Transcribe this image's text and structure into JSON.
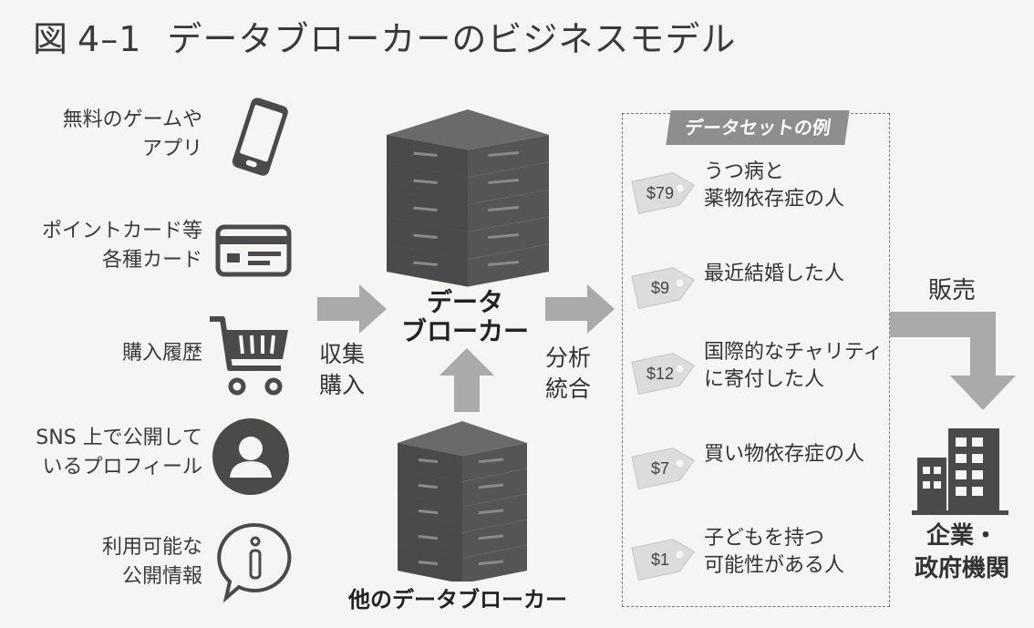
{
  "title": {
    "prefix": "図",
    "number": "4–1",
    "text": "データブローカーのビジネスモデル"
  },
  "sources": [
    {
      "label": "無料のゲームや\nアプリ",
      "icon": "smartphone-icon"
    },
    {
      "label": "ポイントカード等\n各種カード",
      "icon": "card-icon"
    },
    {
      "label": "購入履歴",
      "icon": "shopping-cart-icon"
    },
    {
      "label": "SNS 上で公開して\nいるプロフィール",
      "icon": "user-profile-icon"
    },
    {
      "label": "利用可能な\n公開情報",
      "icon": "info-bubble-icon"
    }
  ],
  "collect_label": "収集\n購入",
  "broker_label": "データ\nブローカー",
  "other_broker_label": "他のデータブローカー",
  "analyze_label": "分析\n統合",
  "dataset": {
    "header": "データセットの例",
    "items": [
      {
        "price": "$79",
        "desc": "うつ病と\n薬物依存症の人"
      },
      {
        "price": "$9",
        "desc": "最近結婚した人"
      },
      {
        "price": "$12",
        "desc": "国際的なチャリティ\nに寄付した人"
      },
      {
        "price": "$7",
        "desc": "買い物依存症の人"
      },
      {
        "price": "$1",
        "desc": "子どもを持つ\n可能性がある人"
      }
    ]
  },
  "sell_label": "販売",
  "org_label": "企業・\n政府機関",
  "colors": {
    "icon": "#4a4a4a",
    "arrow": "#aaaaaa",
    "tag": "#dcdcdc",
    "header": "#8e8e8e"
  }
}
